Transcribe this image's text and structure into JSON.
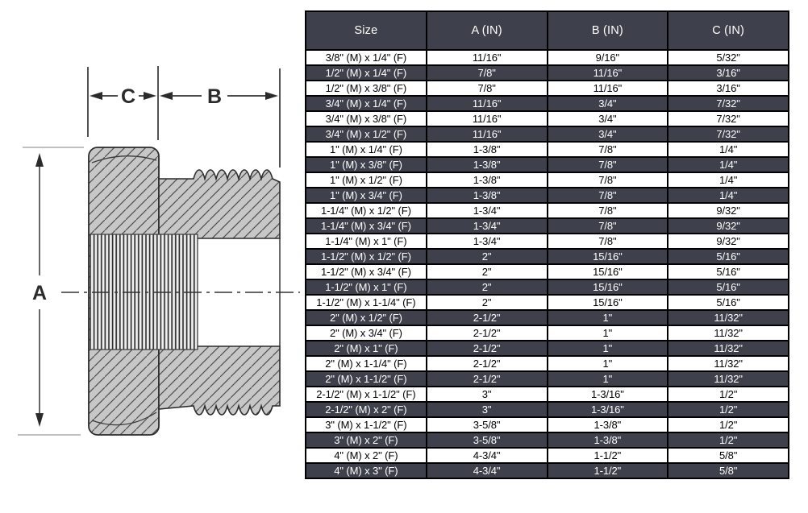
{
  "diagram": {
    "label_a": "A",
    "label_b": "B",
    "label_c": "C",
    "description": "Cross-section drawing of a male x female hex reducer bushing with dimension callouts A (height), B (male thread length) and C (hex head width)"
  },
  "table": {
    "headers": [
      "Size",
      "A (IN)",
      "B (IN)",
      "C (IN)"
    ],
    "rows": [
      [
        "3/8\" (M) x 1/4\" (F)",
        "11/16\"",
        "9/16\"",
        "5/32\""
      ],
      [
        "1/2\" (M) x 1/4\" (F)",
        "7/8\"",
        "11/16\"",
        "3/16\""
      ],
      [
        "1/2\" (M) x 3/8\" (F)",
        "7/8\"",
        "11/16\"",
        "3/16\""
      ],
      [
        "3/4\" (M) x 1/4\" (F)",
        "11/16\"",
        "3/4\"",
        "7/32\""
      ],
      [
        "3/4\" (M) x 3/8\" (F)",
        "11/16\"",
        "3/4\"",
        "7/32\""
      ],
      [
        "3/4\" (M) x 1/2\" (F)",
        "11/16\"",
        "3/4\"",
        "7/32\""
      ],
      [
        "1\" (M) x 1/4\" (F)",
        "1-3/8\"",
        "7/8\"",
        "1/4\""
      ],
      [
        "1\" (M) x 3/8\" (F)",
        "1-3/8\"",
        "7/8\"",
        "1/4\""
      ],
      [
        "1\" (M) x 1/2\" (F)",
        "1-3/8\"",
        "7/8\"",
        "1/4\""
      ],
      [
        "1\" (M) x 3/4\" (F)",
        "1-3/8\"",
        "7/8\"",
        "1/4\""
      ],
      [
        "1-1/4\" (M) x 1/2\" (F)",
        "1-3/4\"",
        "7/8\"",
        "9/32\""
      ],
      [
        "1-1/4\" (M) x 3/4\" (F)",
        "1-3/4\"",
        "7/8\"",
        "9/32\""
      ],
      [
        "1-1/4\" (M) x 1\" (F)",
        "1-3/4\"",
        "7/8\"",
        "9/32\""
      ],
      [
        "1-1/2\" (M) x 1/2\" (F)",
        "2\"",
        "15/16\"",
        "5/16\""
      ],
      [
        "1-1/2\" (M) x 3/4\" (F)",
        "2\"",
        "15/16\"",
        "5/16\""
      ],
      [
        "1-1/2\" (M) x 1\" (F)",
        "2\"",
        "15/16\"",
        "5/16\""
      ],
      [
        "1-1/2\" (M) x 1-1/4\" (F)",
        "2\"",
        "15/16\"",
        "5/16\""
      ],
      [
        "2\" (M) x 1/2\" (F)",
        "2-1/2\"",
        "1\"",
        "11/32\""
      ],
      [
        "2\" (M) x 3/4\" (F)",
        "2-1/2\"",
        "1\"",
        "11/32\""
      ],
      [
        "2\" (M) x 1\" (F)",
        "2-1/2\"",
        "1\"",
        "11/32\""
      ],
      [
        "2\" (M) x 1-1/4\" (F)",
        "2-1/2\"",
        "1\"",
        "11/32\""
      ],
      [
        "2\" (M) x 1-1/2\" (F)",
        "2-1/2\"",
        "1\"",
        "11/32\""
      ],
      [
        "2-1/2\" (M) x 1-1/2\" (F)",
        "3\"",
        "1-3/16\"",
        "1/2\""
      ],
      [
        "2-1/2\" (M) x 2\" (F)",
        "3\"",
        "1-3/16\"",
        "1/2\""
      ],
      [
        "3\" (M) x 1-1/2\" (F)",
        "3-5/8\"",
        "1-3/8\"",
        "1/2\""
      ],
      [
        "3\" (M) x 2\" (F)",
        "3-5/8\"",
        "1-3/8\"",
        "1/2\""
      ],
      [
        "4\" (M) x 2\" (F)",
        "4-3/4\"",
        "1-1/2\"",
        "5/8\""
      ],
      [
        "4\" (M) x 3\" (F)",
        "4-3/4\"",
        "1-1/2\"",
        "5/8\""
      ]
    ],
    "colors": {
      "header_bg": "#3e414b",
      "row_dark_bg": "#3e414b",
      "row_light_bg": "#ffffff",
      "border": "#000000",
      "header_text": "#ffffff"
    }
  }
}
